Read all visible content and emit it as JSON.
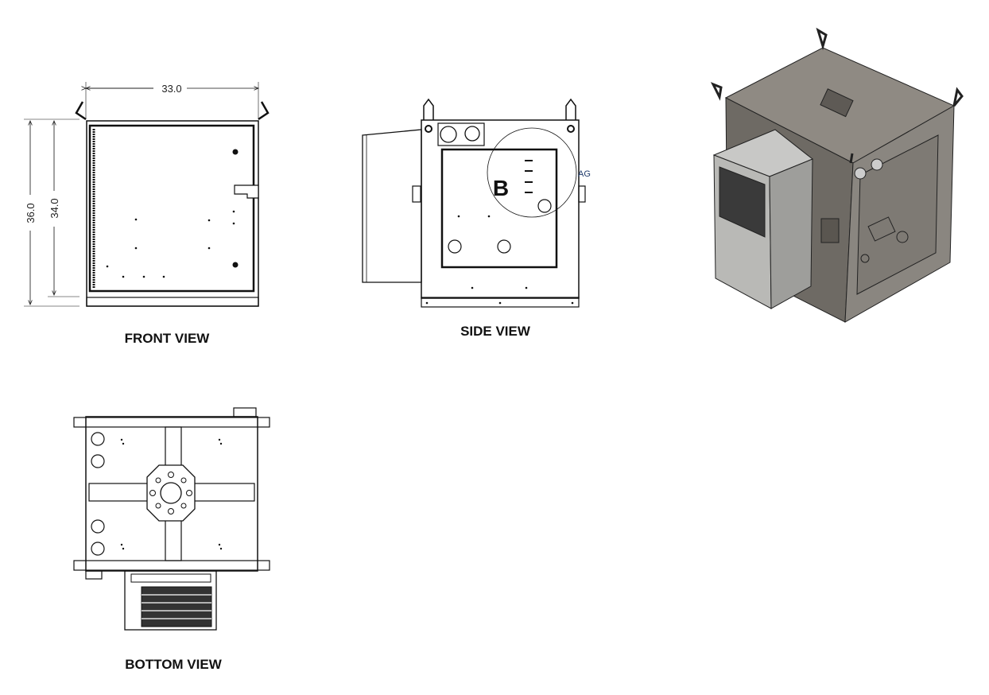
{
  "views": {
    "front": {
      "label": "FRONT VIEW",
      "dim_width": "33.0",
      "dim_height_overall": "36.0",
      "dim_height_body": "34.0"
    },
    "side": {
      "label": "SIDE VIEW",
      "detail_callout": "B",
      "note": "AG"
    },
    "bottom": {
      "label": "BOTTOM VIEW"
    },
    "isometric": {}
  },
  "colors": {
    "line": "#111111",
    "iso_body": "#8a8680",
    "iso_top": "#8f8a83",
    "iso_ac": "#a5a5a2",
    "callout_accent": "#1f3a6b"
  }
}
